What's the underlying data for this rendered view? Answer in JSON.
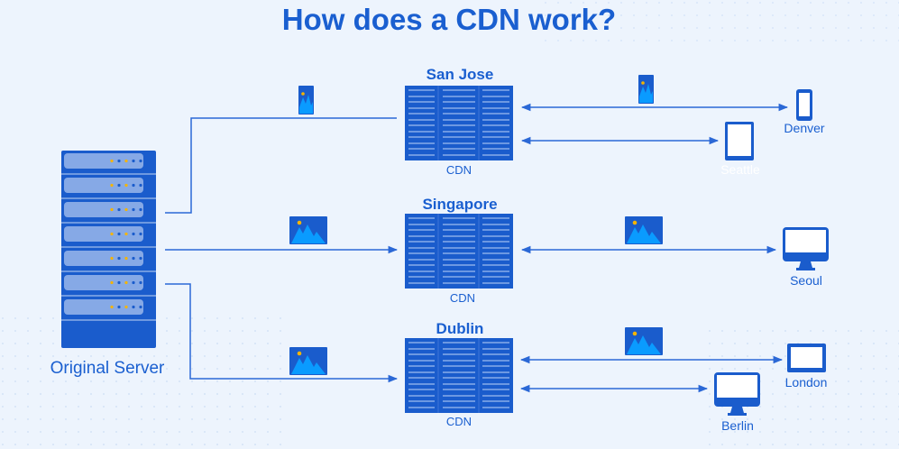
{
  "title": "How does a CDN work?",
  "origin": {
    "label": "Original Server"
  },
  "cdn_nodes": [
    {
      "city": "San Jose",
      "label": "CDN"
    },
    {
      "city": "Singapore",
      "label": "CDN"
    },
    {
      "city": "Dublin",
      "label": "CDN"
    }
  ],
  "clients": [
    {
      "name": "Denver",
      "device": "phone-icon"
    },
    {
      "name": "Seattle",
      "device": "tablet-icon"
    },
    {
      "name": "Seoul",
      "device": "monitor-icon"
    },
    {
      "name": "London",
      "device": "laptop-screen-icon"
    },
    {
      "name": "Berlin",
      "device": "monitor-icon"
    }
  ],
  "colors": {
    "primary": "#1a5ccc",
    "accent": "#0a9bff",
    "sun": "#f5b400",
    "background": "#edf4fd"
  }
}
